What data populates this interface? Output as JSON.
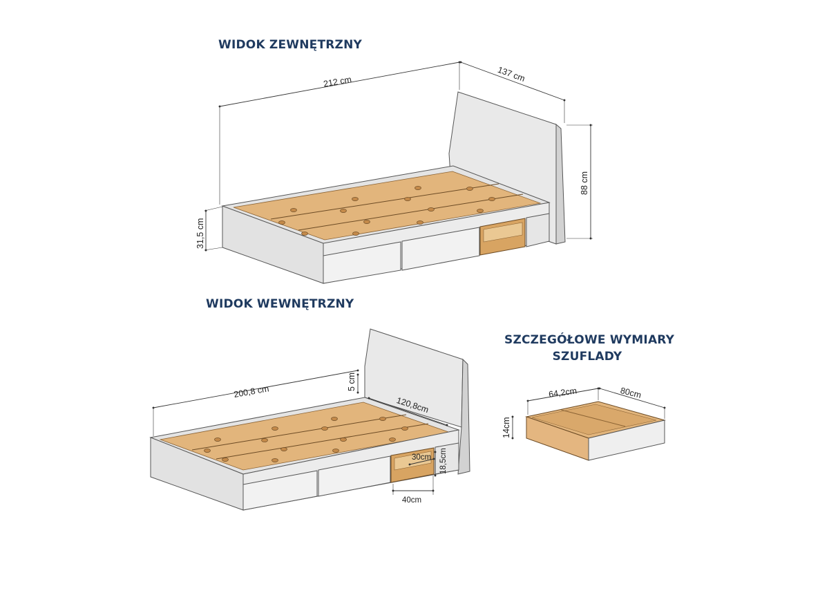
{
  "headings": {
    "exterior": "WIDOK ZEWNĘTRZNY",
    "interior": "WIDOK WEWNĘTRZNY",
    "drawer_line1": "SZCZEGÓŁOWE WYMIARY",
    "drawer_line2": "SZUFLADY"
  },
  "dimensions": {
    "exterior": {
      "length": "212 cm",
      "width": "137 cm",
      "height": "88 cm",
      "frame_height": "31,5 cm"
    },
    "interior": {
      "length": "200,8 cm",
      "width": "120,8cm",
      "headboard_gap": "5 cm",
      "shelf_depth": "30cm",
      "shelf_height": "18,5cm",
      "shelf_width": "40cm"
    },
    "drawer": {
      "length": "64,2cm",
      "depth": "80cm",
      "height": "14cm"
    }
  },
  "colors": {
    "heading": "#1f3a5f",
    "panel_light": "#eeeeee",
    "panel_mid": "#dedede",
    "panel_dark": "#cfcfcf",
    "wood": "#e2b57c",
    "wood_dark": "#c98f4c",
    "outline": "#555555",
    "dim_line": "#333333"
  }
}
